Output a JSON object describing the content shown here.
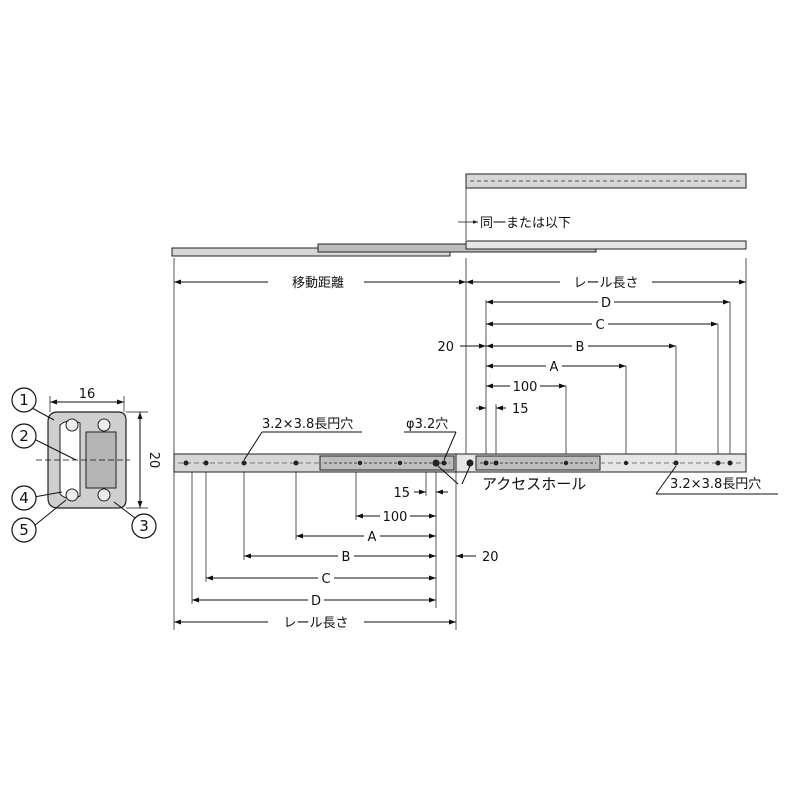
{
  "labels": {
    "same_or_less": "同一または以下",
    "travel": "移動距離",
    "rail_length_top": "レール長さ",
    "rail_length_bottom": "レール長さ",
    "slot_left": "3.2×3.8長円穴",
    "slot_right": "3.2×3.8長円穴",
    "hole_dia": "φ3.2穴",
    "access_hole": "アクセスホール",
    "dim_20_top": "20",
    "dim_20_bottom": "20",
    "dim_15_top": "15",
    "dim_15_bottom": "15",
    "dim_100_top": "100",
    "dim_100_bottom": "100",
    "dim_A_top": "A",
    "dim_B_top": "B",
    "dim_C_top": "C",
    "dim_D_top": "D",
    "dim_A_bottom": "A",
    "dim_B_bottom": "B",
    "dim_C_bottom": "C",
    "dim_D_bottom": "D",
    "section_width": "16",
    "section_height": "20"
  },
  "callouts": [
    "1",
    "2",
    "3",
    "4",
    "5"
  ]
}
